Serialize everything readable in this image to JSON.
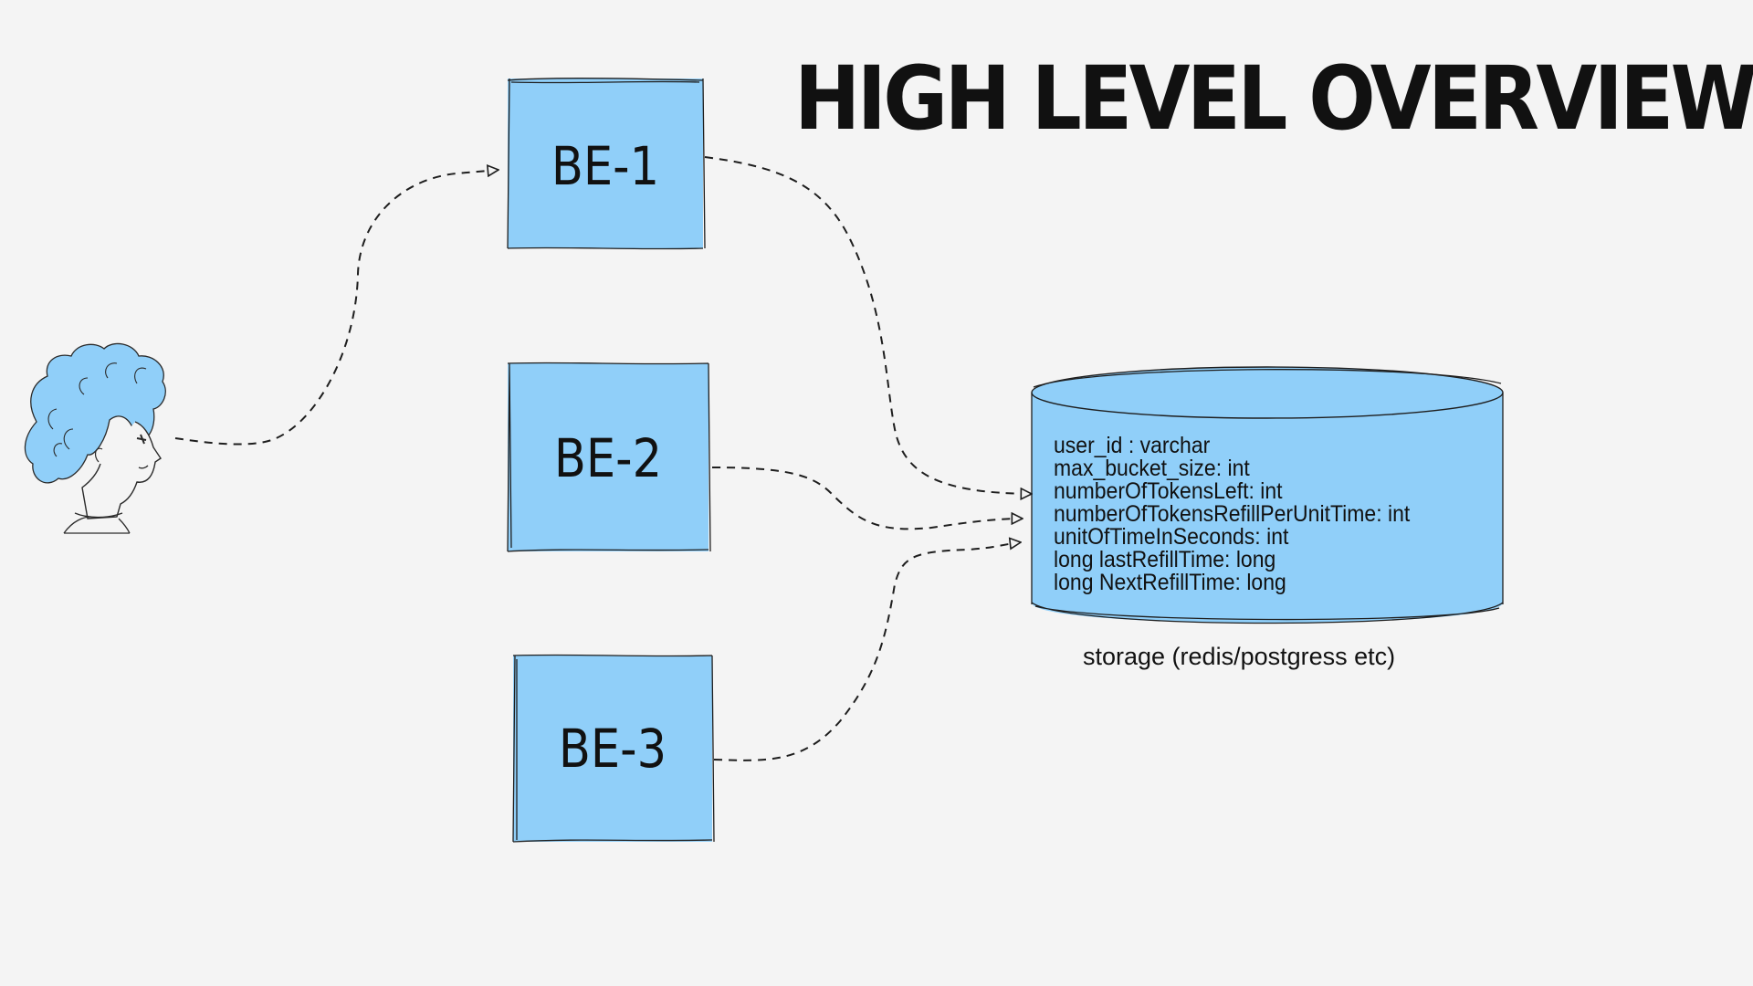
{
  "diagram": {
    "title": "HIGH LEVEL OVERVIEW",
    "servers": [
      {
        "label": "BE-1"
      },
      {
        "label": "BE-2"
      },
      {
        "label": "BE-3"
      }
    ],
    "storage": {
      "fields": [
        "user_id :  varchar",
        "max_bucket_size: int",
        "numberOfTokensLeft: int",
        "numberOfTokensRefillPerUnitTime: int",
        "unitOfTimeInSeconds: int",
        "long lastRefillTime: long",
        "long NextRefillTime: long"
      ],
      "caption": "storage (redis/postgress etc)"
    },
    "colors": {
      "box_fill": "#90cff9",
      "stroke": "#1e1e1e",
      "background": "#f4f4f4"
    },
    "icons": [
      "user-avatar-icon"
    ]
  }
}
